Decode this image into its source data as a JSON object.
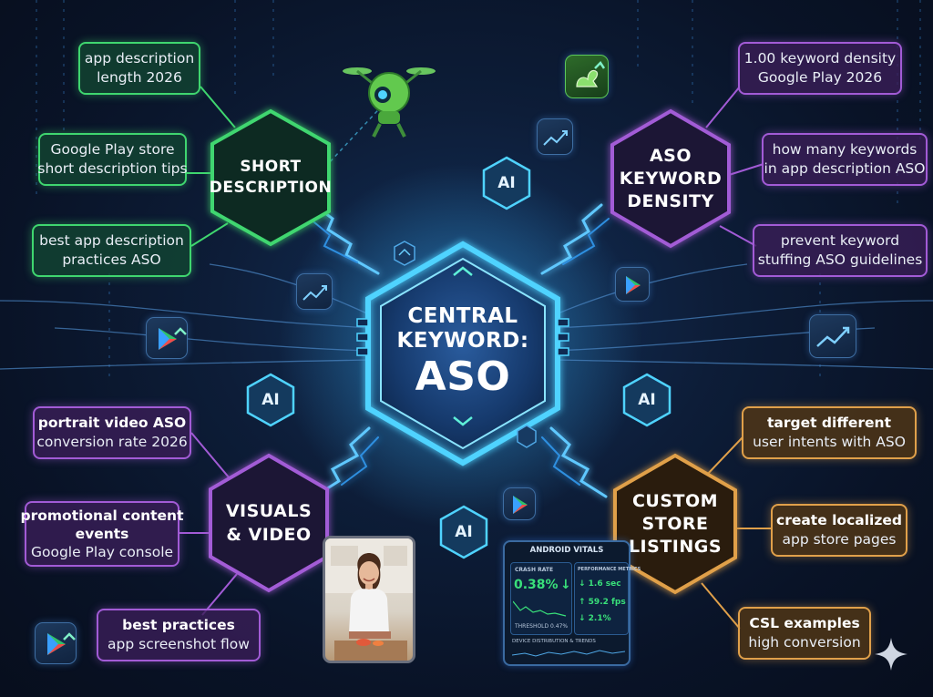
{
  "center": {
    "line1": "CENTRAL",
    "line2": "KEYWORD:",
    "line3": "ASO"
  },
  "hubs": {
    "short_description": {
      "line1": "SHORT",
      "line2": "DESCRIPTION"
    },
    "keyword_density": {
      "line1": "ASO",
      "line2": "KEYWORD",
      "line3": "DENSITY"
    },
    "visuals_video": {
      "line1": "VISUALS",
      "line2": "& VIDEO"
    },
    "custom_store_listings": {
      "line1": "CUSTOM",
      "line2": "STORE",
      "line3": "LISTINGS"
    }
  },
  "keywords": {
    "short_description": [
      {
        "line1": "app description",
        "line2": "length 2026"
      },
      {
        "line1": "Google Play store",
        "line2": "short description tips"
      },
      {
        "line1": "best app description",
        "line2": "practices ASO"
      }
    ],
    "keyword_density": [
      {
        "line1": "1.00 keyword density",
        "line2": "Google Play 2026"
      },
      {
        "line1": "how many keywords",
        "line2": "in app description ASO"
      },
      {
        "line1": "prevent keyword",
        "line2": "stuffing ASO guidelines"
      }
    ],
    "visuals_video": [
      {
        "line1": "portrait video ASO",
        "line2": "conversion rate 2026"
      },
      {
        "line1": "promotional content",
        "line2": "events",
        "line3": "Google Play console"
      },
      {
        "line1": "best practices",
        "line2": "app screenshot flow"
      }
    ],
    "custom_store_listings": [
      {
        "line1": "target different",
        "line2": "user intents with ASO"
      },
      {
        "line1": "create localized",
        "line2": "app store pages"
      },
      {
        "line1": "CSL examples",
        "line2": "high conversion"
      }
    ]
  },
  "badges": {
    "ai": "AI"
  },
  "vitals": {
    "title": "ANDROID VITALS",
    "crash_label": "CRASH RATE",
    "crash_value": "0.38%",
    "crash_arrow": "↓",
    "crash_footer": "THRESHOLD 0.47%",
    "perf_label": "PERFORMANCE METRICS",
    "startup_value": "↓ 1.6 sec",
    "fps_value": "↑ 59.2 fps",
    "battery_value": "↓ 2.1%",
    "footer": "DEVICE DISTRIBUTION & TRENDS"
  },
  "colors": {
    "green": "#3fd66f",
    "purple": "#a25bd6",
    "orange": "#e0a04a",
    "cyan": "#4fd3ff",
    "vitals_green": "#39e07a"
  },
  "icons": [
    "robot-drone-icon",
    "flexing-arm-app-icon",
    "trend-chart-icon",
    "google-play-icon",
    "ai-hexagon-badge-icon",
    "sparkle-icon"
  ]
}
